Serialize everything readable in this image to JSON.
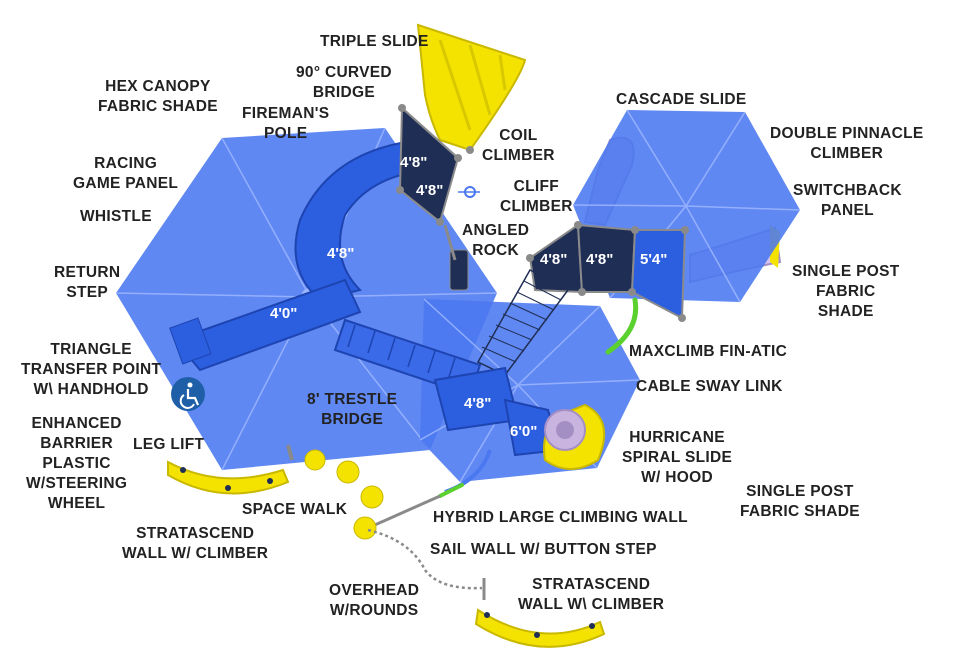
{
  "colors": {
    "canopy": "#4a78f0",
    "canopy_rib": "#9ab4ff",
    "deck": "#2c5fe0",
    "deck_dark": "#1f2e55",
    "slide_yellow": "#f4e300",
    "slide_purple": "#c9b4e0",
    "green": "#5ad12e",
    "grey": "#8a8a8a",
    "accessible": "#1f5fa8"
  },
  "labels": {
    "triple_slide": "TRIPLE SLIDE",
    "curved_bridge": [
      "90° CURVED",
      "BRIDGE"
    ],
    "hex_canopy": [
      "HEX CANOPY",
      "FABRIC SHADE"
    ],
    "firemans_pole": [
      "FIREMAN'S",
      "POLE"
    ],
    "coil_climber": [
      "COIL",
      "CLIMBER"
    ],
    "cascade_slide": "CASCADE SLIDE",
    "double_pinnacle": [
      "DOUBLE PINNACLE",
      "CLIMBER"
    ],
    "racing_game": [
      "RACING",
      "GAME PANEL"
    ],
    "cliff_climber": [
      "CLIFF",
      "CLIMBER"
    ],
    "switchback": [
      "SWITCHBACK",
      "PANEL"
    ],
    "whistle": "WHISTLE",
    "angled_rock": [
      "ANGLED",
      "ROCK"
    ],
    "return_step": [
      "RETURN",
      "STEP"
    ],
    "single_post_right": [
      "SINGLE POST",
      "FABRIC",
      "SHADE"
    ],
    "triangle_transfer": [
      "TRIANGLE",
      "TRANSFER POINT",
      "w\\ HANDHOLD"
    ],
    "maxclimb": "MAXCLIMB FIN-ATIC",
    "cable_sway": "CABLE SWAY LINK",
    "trestle_bridge": [
      "8' TRESTLE",
      "BRIDGE"
    ],
    "enhanced_barrier": [
      "ENHANCED",
      "BARRIER",
      "PLASTIC",
      "w/STEERING",
      "WHEEL"
    ],
    "leg_lift": "LEG LIFT",
    "hurricane": [
      "HURRICANE",
      "SPIRAL SLIDE",
      "w/ HOOD"
    ],
    "single_post_bottom": [
      "SINGLE POST",
      "FABRIC SHADE"
    ],
    "space_walk": "SPACE WALK",
    "hybrid_wall": "HYBRID LARGE CLIMBING WALL",
    "stratascend_left": [
      "STRATASCEND",
      "WALL w/ CLIMBER"
    ],
    "sail_wall": "SAIL WALL w/ BUTTON STEP",
    "overhead": [
      "OVERHEAD",
      "w/ROUNDS"
    ],
    "stratascend_right": [
      "STRATASCEND",
      "WALL w\\ CLIMBER"
    ]
  },
  "heights": {
    "tower_top_1": "4'8\"",
    "tower_top_2": "4'8\"",
    "curved_bridge_deck": "4'8\"",
    "main_deck": "4'0\"",
    "right_deck_1": "4'8\"",
    "right_deck_2": "4'8\"",
    "right_deck_3": "5'4\"",
    "lower_deck": "4'8\"",
    "lower_deck_2": "6'0\""
  },
  "icons": {
    "accessible": "wheelchair-icon"
  }
}
